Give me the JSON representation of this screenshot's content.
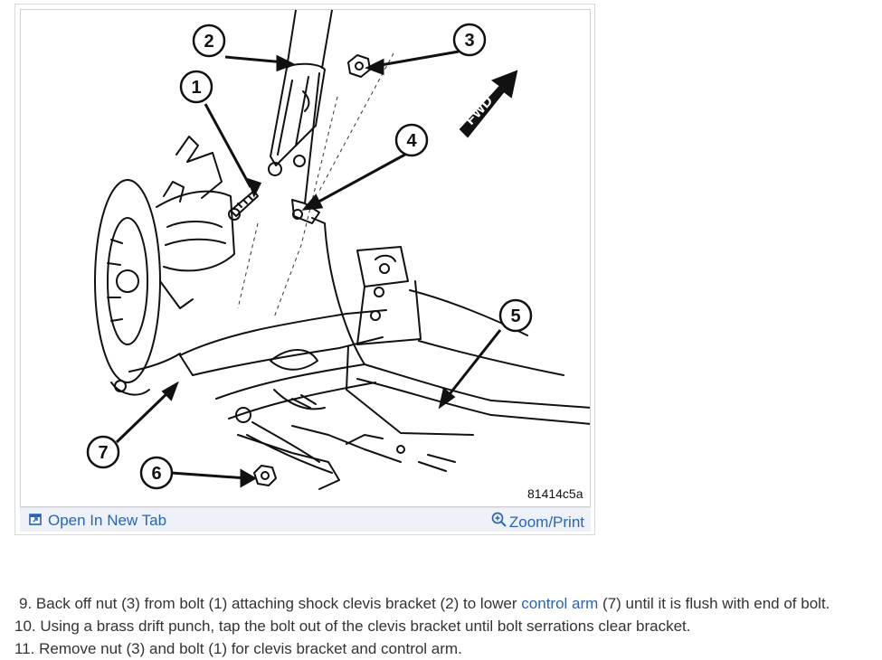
{
  "figure": {
    "callouts": [
      "1",
      "2",
      "3",
      "4",
      "5",
      "6",
      "7"
    ],
    "fwd_label": "FWD",
    "figure_id": "81414c5a",
    "open_new_tab_label": "Open In New Tab",
    "zoom_print_label": "Zoom/Print",
    "icons": {
      "open_tab": "open-new-tab-icon",
      "zoom": "zoom-in-icon"
    }
  },
  "steps": [
    {
      "number": "9.",
      "text_before": "Back off nut (3) from bolt (1) attaching shock clevis bracket (2) to lower",
      "link_text": "control arm",
      "text_after": "(7) until it is flush with end of bolt."
    },
    {
      "number": "10.",
      "text": "Using a brass drift punch, tap the bolt out of the clevis bracket until bolt serrations clear bracket."
    },
    {
      "number": "11.",
      "text": "Remove nut (3) and bolt (1) for clevis bracket and control arm."
    }
  ],
  "colors": {
    "link": "#2a64b5",
    "toolbar_bg": "#eef2f8",
    "text": "#333333"
  }
}
